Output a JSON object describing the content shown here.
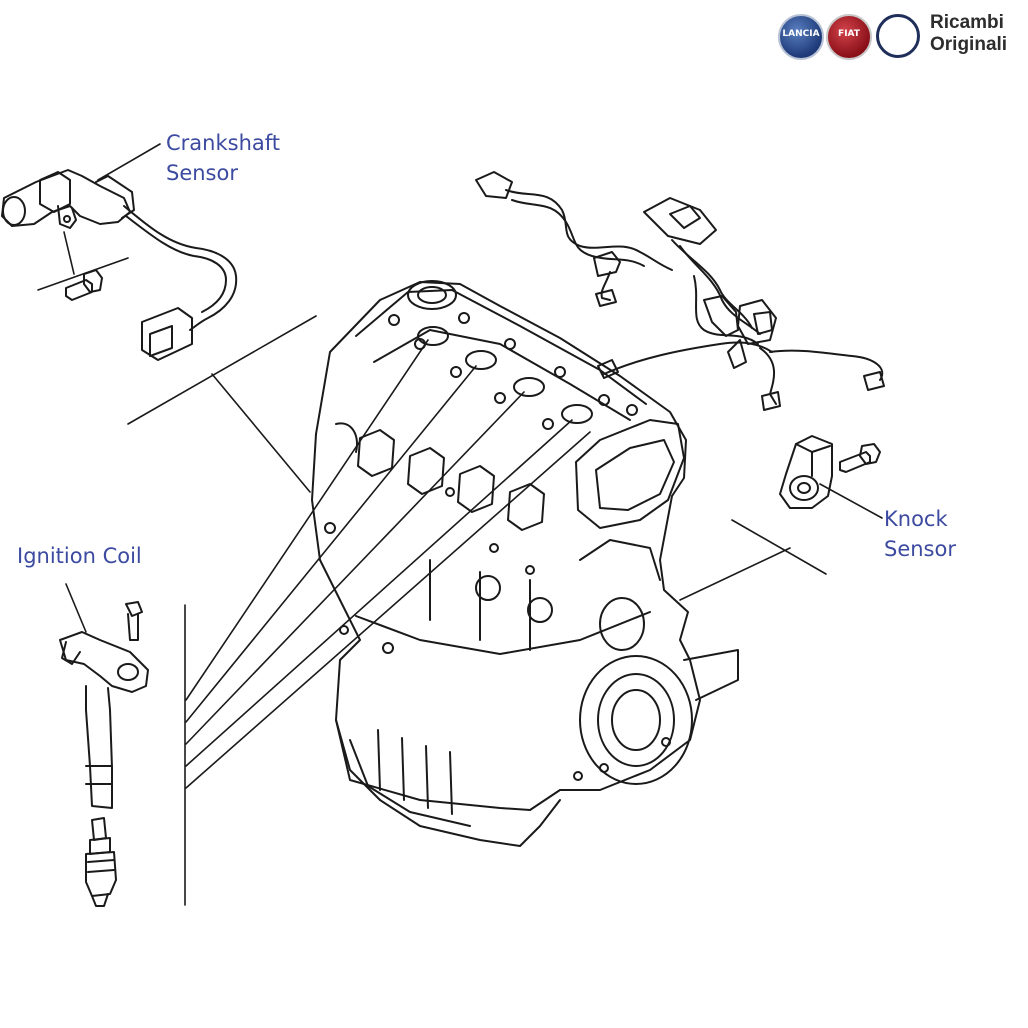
{
  "brand": {
    "badges": [
      "lancia-badge",
      "fiat-badge",
      "alfa-romeo-badge"
    ],
    "badge_text_lancia": "LANCIA",
    "badge_text_fiat": "FIAT",
    "line1": "Ricambi",
    "line2": "Originali"
  },
  "labels": {
    "crankshaft_sensor": "Crankshaft\nSensor",
    "knock_sensor": "Knock\nSensor",
    "ignition_coil": "Ignition Coil"
  },
  "colors": {
    "label": "#3c4aa0",
    "line": "#1a1a1a",
    "lancia": "#1e3a78",
    "fiat": "#8a1018",
    "alfa": "#1f2f5a"
  }
}
